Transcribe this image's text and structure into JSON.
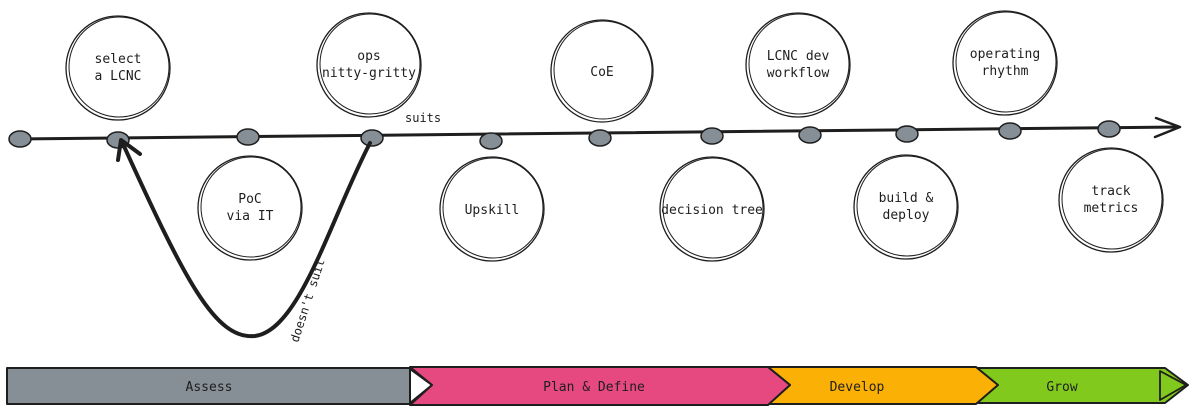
{
  "milestones": {
    "above": [
      {
        "id": "select-lcnc",
        "lines": [
          "select",
          "a LCNC"
        ]
      },
      {
        "id": "ops",
        "lines": [
          "ops",
          "nitty-gritty"
        ]
      },
      {
        "id": "coe",
        "lines": [
          "CoE"
        ]
      },
      {
        "id": "dev-workflow",
        "lines": [
          "LCNC dev",
          "workflow"
        ]
      },
      {
        "id": "operating-rhythm",
        "lines": [
          "operating",
          "rhythm"
        ]
      }
    ],
    "below": [
      {
        "id": "poc",
        "lines": [
          "PoC",
          "via IT"
        ]
      },
      {
        "id": "upskill",
        "lines": [
          "Upskill"
        ]
      },
      {
        "id": "decision-tree",
        "lines": [
          "decision tree"
        ]
      },
      {
        "id": "build-deploy",
        "lines": [
          "build &",
          "deploy"
        ]
      },
      {
        "id": "track-metrics",
        "lines": [
          "track",
          "metrics"
        ]
      }
    ]
  },
  "annotations": {
    "suits": "suits",
    "doesnt_suit": "doesn't suit"
  },
  "phases": [
    {
      "label": "Assess",
      "color": "#868e96"
    },
    {
      "label": "Plan & Define",
      "color": "#e64980"
    },
    {
      "label": "Develop",
      "color": "#fab005"
    },
    {
      "label": "Grow",
      "color": "#82c91e"
    }
  ],
  "colors": {
    "stroke": "#1e1e1e",
    "dot": "#868e96"
  }
}
